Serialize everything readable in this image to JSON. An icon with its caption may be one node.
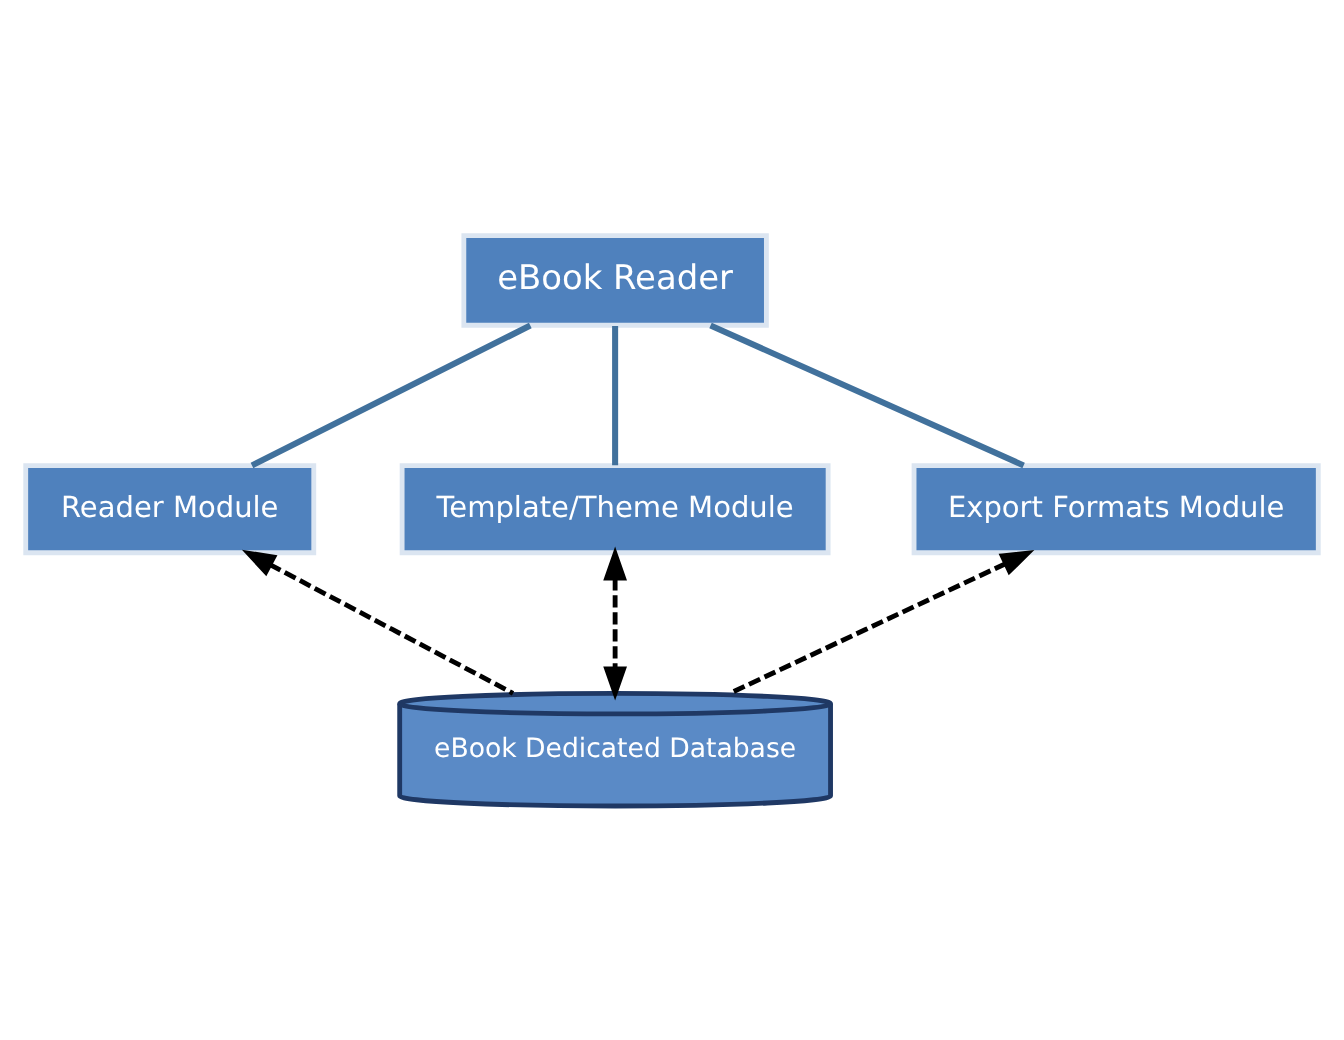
{
  "diagram": {
    "nodes": [
      {
        "text": [
          "eBook Reader"
        ]
      },
      {
        "text": [
          "Reader Module"
        ]
      },
      {
        "text": [
          "Template/Theme Module"
        ]
      },
      {
        "text": [
          "Export Formats Module"
        ]
      },
      {
        "text": [
          "eBook Dedicated Database"
        ]
      }
    ],
    "edges": [
      {
        "from": 0,
        "to": 1,
        "arrow": "none",
        "color": "#41719c"
      },
      {
        "from": 0,
        "to": 2,
        "arrow": "none",
        "color": "#41719c"
      },
      {
        "from": 0,
        "to": 3,
        "arrow": "none",
        "color": "#41719c"
      },
      {
        "from": 4,
        "to": 1,
        "arrow": "to",
        "style": "dashed",
        "color": "#000000"
      },
      {
        "from": 4,
        "to": 2,
        "arrow": "both",
        "style": "dashed",
        "color": "#000000"
      },
      {
        "from": 4,
        "to": 3,
        "arrow": "to",
        "style": "dashed",
        "color": "#000000"
      }
    ]
  }
}
